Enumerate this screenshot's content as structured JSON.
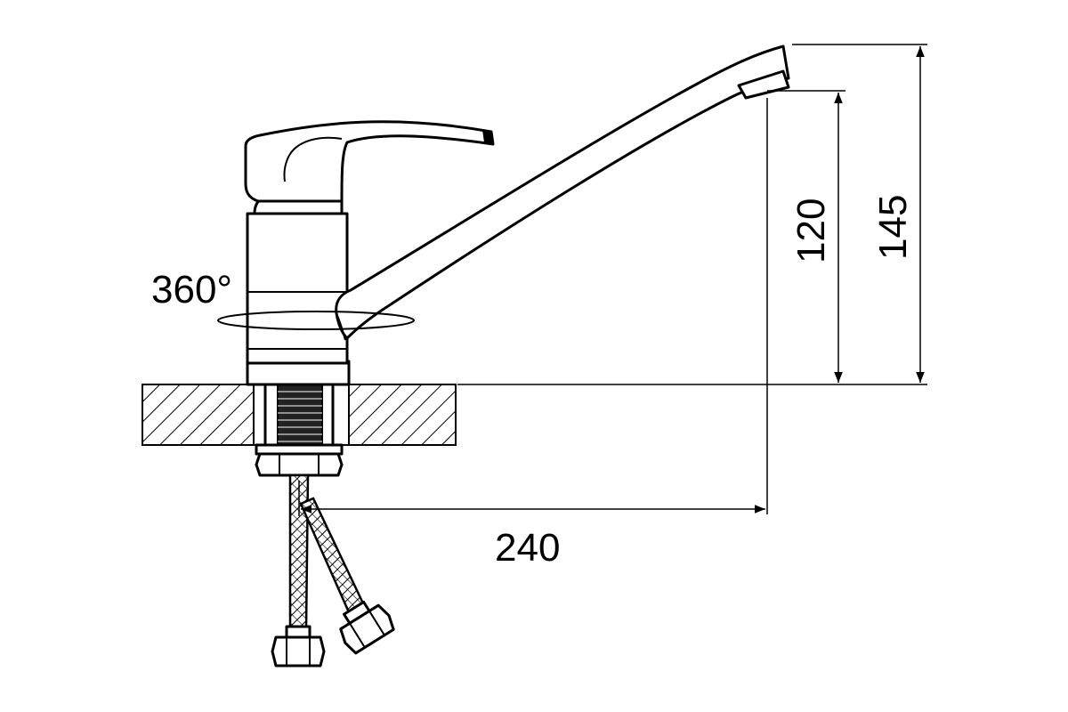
{
  "diagram": {
    "dimensions": {
      "rotation": "360°",
      "spout_height": "120",
      "total_height": "145",
      "spout_reach": "240"
    },
    "colors": {
      "line": "#000000",
      "background": "#ffffff"
    }
  }
}
